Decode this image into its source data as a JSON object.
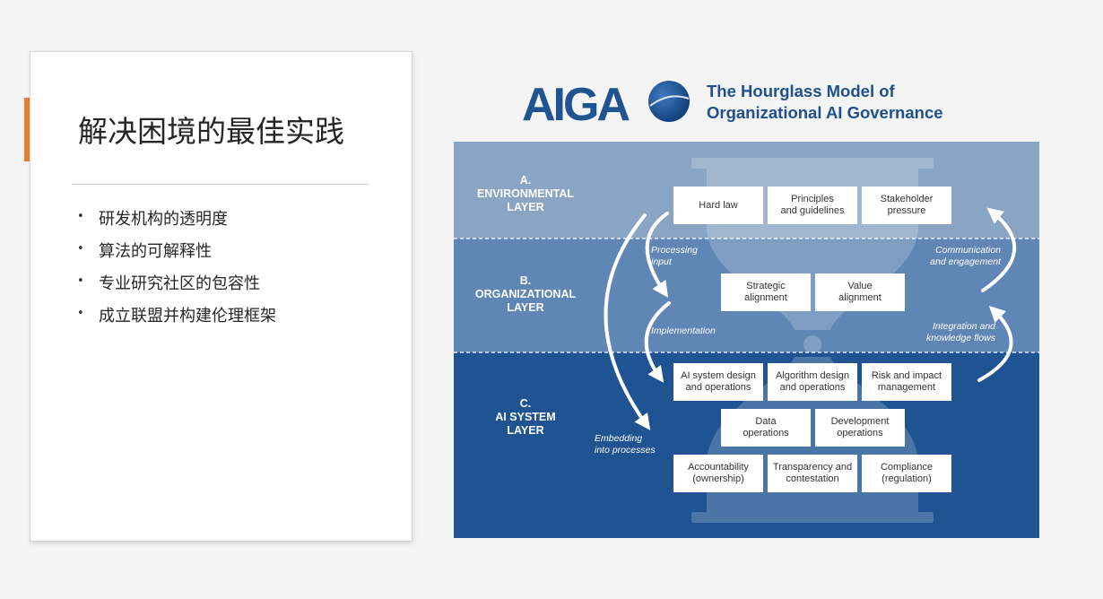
{
  "colors": {
    "accent": "#ed7d31",
    "navy": "#1f5391",
    "layer_a": "#8aa4c4",
    "layer_b": "#5f86b5",
    "layer_c": "#1f5391"
  },
  "slide": {
    "title": "解决困境的最佳实践",
    "bullets": [
      "研发机构的透明度",
      "算法的可解释性",
      "专业研究社区的包容性",
      "成立联盟并构建伦理框架"
    ]
  },
  "figure": {
    "logo_text": "AIGA",
    "title_line1": "The Hourglass Model of",
    "title_line2": "Organizational AI Governance",
    "layers": [
      {
        "letter": "A.",
        "name_line1": "ENVIRONMENTAL",
        "name_line2": "LAYER"
      },
      {
        "letter": "B.",
        "name_line1": "ORGANIZATIONAL",
        "name_line2": "LAYER"
      },
      {
        "letter": "C.",
        "name_line1": "AI SYSTEM",
        "name_line2": "LAYER"
      }
    ],
    "boxes": {
      "environmental": [
        {
          "line1": "Hard law",
          "line2": ""
        },
        {
          "line1": "Principles",
          "line2": "and guidelines"
        },
        {
          "line1": "Stakeholder",
          "line2": "pressure"
        }
      ],
      "organizational": [
        {
          "line1": "Strategic",
          "line2": "alignment"
        },
        {
          "line1": "Value",
          "line2": "alignment"
        }
      ],
      "system_row1": [
        {
          "line1": "AI system design",
          "line2": "and operations"
        },
        {
          "line1": "Algorithm design",
          "line2": "and operations"
        },
        {
          "line1": "Risk and impact",
          "line2": "management"
        }
      ],
      "system_row2": [
        {
          "line1": "Data",
          "line2": "operations"
        },
        {
          "line1": "Development",
          "line2": "operations"
        }
      ],
      "system_row3": [
        {
          "line1": "Accountability",
          "line2": "(ownership)"
        },
        {
          "line1": "Transparency and",
          "line2": "contestation"
        },
        {
          "line1": "Compliance",
          "line2": "(regulation)"
        }
      ]
    },
    "flows": {
      "processing": {
        "line1": "Processing",
        "line2": "input"
      },
      "implementation": {
        "line1": "Implementation"
      },
      "embedding": {
        "line1": "Embedding",
        "line2": "into processes"
      },
      "communication": {
        "line1": "Communication",
        "line2": "and engagement"
      },
      "integration": {
        "line1": "Integration and",
        "line2": "knowledge flows"
      }
    }
  }
}
